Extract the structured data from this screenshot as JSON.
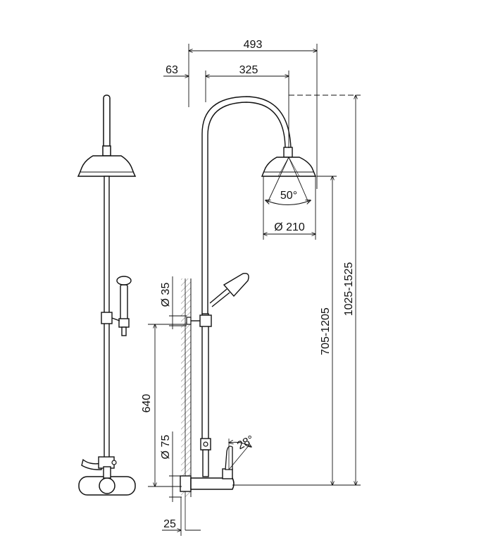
{
  "dimensions": {
    "overall_width": "493",
    "wall_offset": "63",
    "arm_reach": "325",
    "spray_angle": "50°",
    "head_diameter": "Ø 210",
    "bar_diameter": "Ø 35",
    "mixer_diameter": "Ø 75",
    "bracket_to_mixer": "640",
    "lever_angle": "28°",
    "mixer_depth": "25",
    "head_height_range": "705-1205",
    "total_height_range": "1025-1525"
  }
}
